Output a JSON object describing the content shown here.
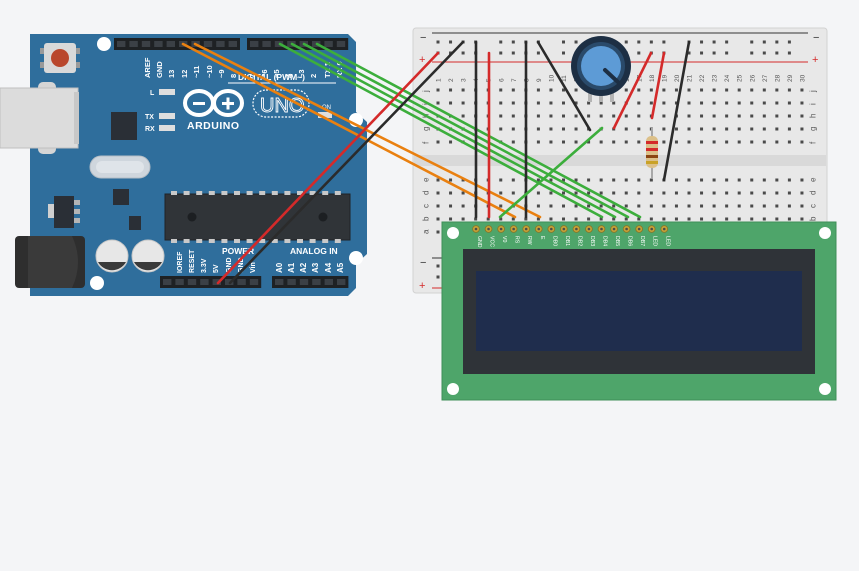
{
  "arduino": {
    "brand": "ARDUINO",
    "model": "UNO",
    "digital_label": "DIGITAL (PWM~)",
    "power_label": "POWER",
    "analog_label": "ANALOG IN",
    "aref": "AREF",
    "gnd": "GND",
    "digital_pins": [
      "13",
      "12",
      "~11",
      "~10",
      "~9",
      "8",
      "7",
      "~6",
      "~5",
      "4",
      "~3",
      "2",
      "TX 1",
      "RX 0"
    ],
    "power_pins": [
      "IOREF",
      "RESET",
      "3.3V",
      "5V",
      "GND",
      "GND",
      "Vin"
    ],
    "analog_pins": [
      "A0",
      "A1",
      "A2",
      "A3",
      "A4",
      "A5"
    ],
    "led_l": "L",
    "led_tx": "TX",
    "led_rx": "RX",
    "on_label": "ON"
  },
  "breadboard": {
    "rail_minus": "−",
    "rail_plus": "+",
    "rows_top": [
      "j",
      "i",
      "h",
      "g",
      "f"
    ],
    "rows_bottom": [
      "e",
      "d",
      "c",
      "b",
      "a"
    ],
    "column_numbers": [
      "1",
      "2",
      "3",
      "4",
      "5",
      "6",
      "7",
      "8",
      "9",
      "10",
      "11",
      "12",
      "13",
      "14",
      "15",
      "16",
      "17",
      "18",
      "19",
      "20",
      "21",
      "22",
      "23",
      "24",
      "25",
      "26",
      "27",
      "28",
      "29",
      "30"
    ]
  },
  "lcd": {
    "pins": [
      "GND",
      "VCC",
      "V0",
      "RS",
      "RW",
      "E",
      "DB0",
      "DB1",
      "DB2",
      "DB3",
      "DB4",
      "DB5",
      "DB6",
      "DB7",
      "LED",
      "LED"
    ]
  },
  "colors": {
    "arduino": "#2f6e9c",
    "arduino_dark": "#23587f",
    "lcd_board": "#4ea56a",
    "lcd_screen": "#1f2d4d",
    "wire_red": "#d42a2a",
    "wire_black": "#2b2b2b",
    "wire_green": "#3cae3c",
    "wire_orange": "#e98010",
    "pot_knob": "#5d9bd6"
  },
  "icons": {
    "logo": "arduino-infinity-icon"
  }
}
